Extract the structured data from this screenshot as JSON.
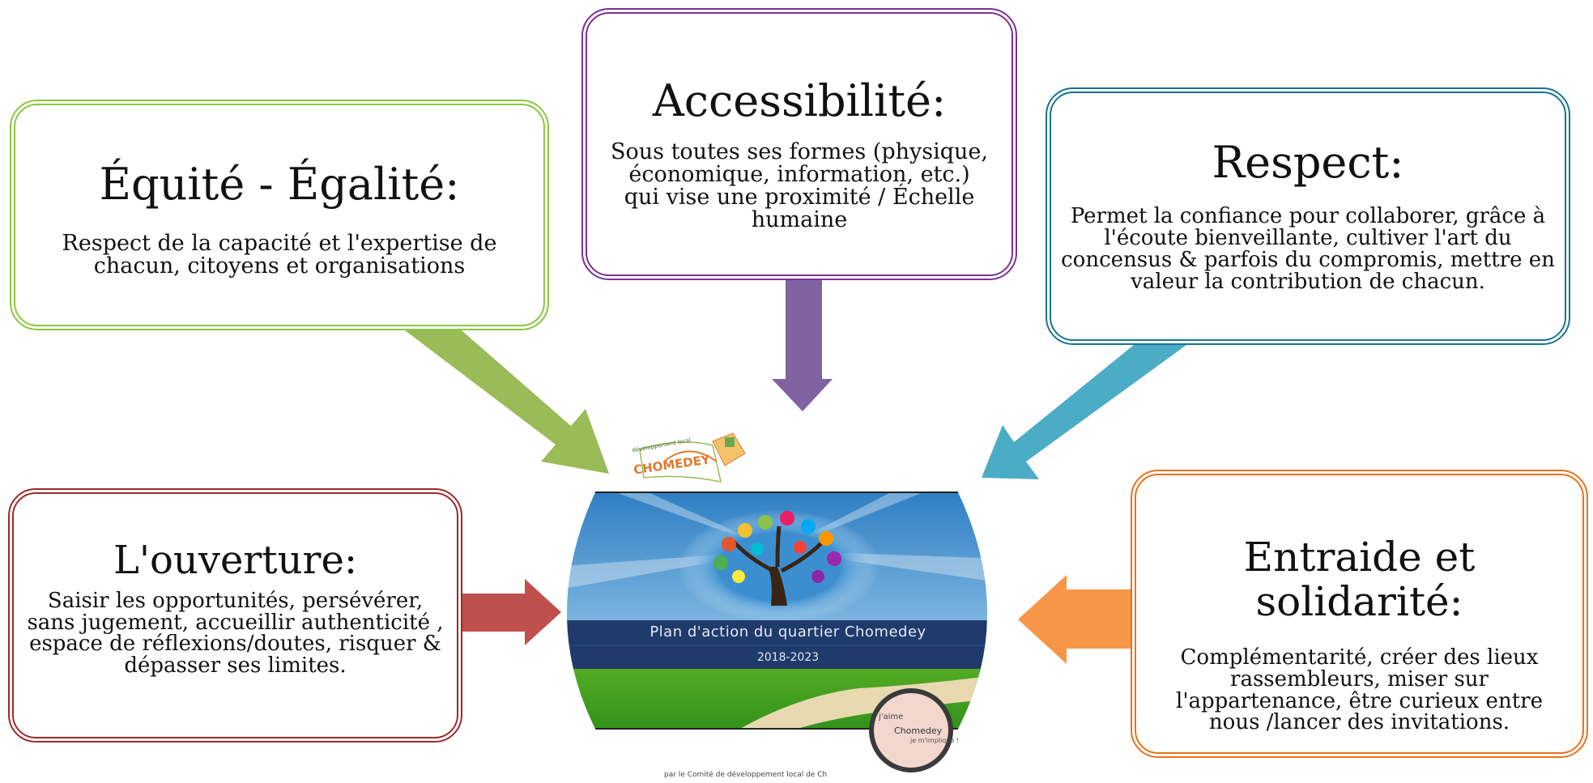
{
  "boxes": {
    "equite": {
      "title": "Équité - Égalité:",
      "body": "Respect de la capacité et l'expertise de chacun, citoyens et organisations",
      "color": "#8cc63f"
    },
    "accessibilite": {
      "title": "Accessibilité:",
      "body": "Sous toutes ses formes (physique, économique, information, etc.) qui vise une proximité / Échelle humaine",
      "color": "#7b3294"
    },
    "respect": {
      "title": "Respect:",
      "body": "Permet la confiance pour collaborer, grâce à l'écoute bienveillante, cultiver l'art du concensus & parfois du compromis, mettre en valeur la contribution de chacun.",
      "color": "#1a7390"
    },
    "ouverture": {
      "title": "L'ouverture:",
      "body": "Saisir les opportunités, persévérer, sans jugement, accueillir authenticité , espace de réflexions/doutes,  risquer & dépasser ses limites.",
      "color": "#9c2a2a"
    },
    "entraide": {
      "title": "Entraide et solidarité:",
      "body": "Complémentarité, créer des lieux rassembleurs, miser sur l'appartenance, être curieux entre nous /lancer des invitations.",
      "color": "#e8731c"
    }
  },
  "arrow_colors": {
    "green": "#9bbb59",
    "purple": "#8064a2",
    "blue": "#4bacc6",
    "red": "#c0504d",
    "orange": "#f79646"
  },
  "center": {
    "banner_title": "Plan d'action du quartier Chomedey",
    "banner_years": "2018-2023",
    "logo_text": "CHOMEDEY",
    "logo_subtext": "développement local",
    "stamp_lines": [
      "j'aime",
      "Chomedey",
      "je m'implique !"
    ],
    "footer": "par le Comité de développement local de Ch"
  }
}
